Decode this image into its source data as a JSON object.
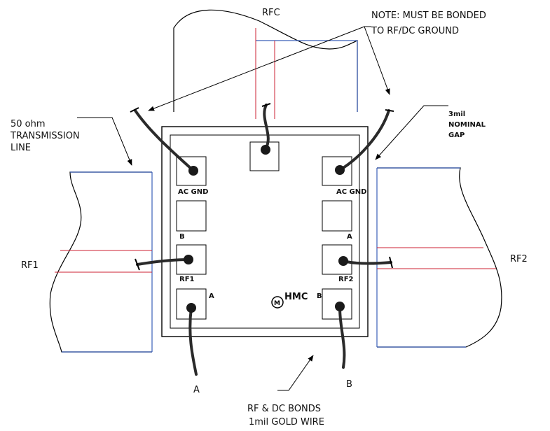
{
  "labels": {
    "rfc": "RFC",
    "note_line1": "NOTE: MUST BE BONDED",
    "note_line2": "TO RF/DC GROUND",
    "tline_line1": "50 ohm",
    "tline_line2": "TRANSMISSION",
    "tline_line3": "LINE",
    "gap_line1": "3mil",
    "gap_line2": "NOMINAL",
    "gap_line3": "GAP",
    "rf1": "RF1",
    "rf2": "RF2",
    "wire_a": "A",
    "wire_b": "B",
    "bonds_line1": "RF & DC BONDS",
    "bonds_line2": "1mil GOLD WIRE"
  },
  "pads": {
    "acgnd_left": "AC GND",
    "acgnd_right": "AC GND",
    "b_left": "B",
    "a_right": "A",
    "rf1": "RF1",
    "rf2": "RF2",
    "a_bottom": "A",
    "b_bottom": "B"
  },
  "logo_text": "HMC",
  "colors": {
    "outline": "#000000",
    "substrate": "#3a5fb8",
    "trace": "#cc2233",
    "wire": "#2a2a2a"
  }
}
